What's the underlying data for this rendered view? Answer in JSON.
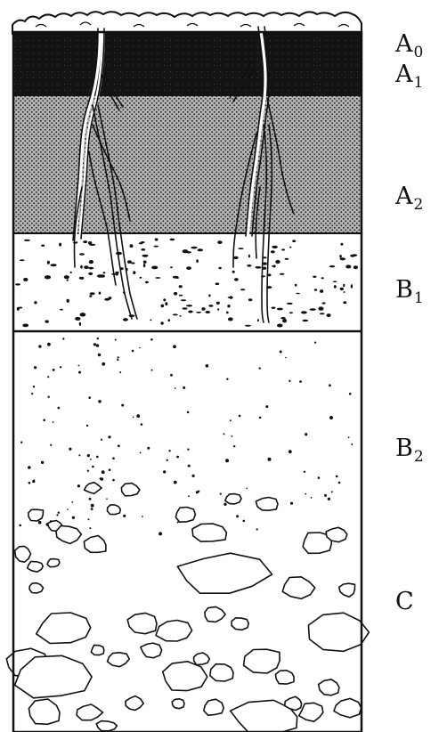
{
  "horizons": [
    {
      "letter": "A",
      "sub": "0"
    },
    {
      "letter": "A",
      "sub": "1"
    },
    {
      "letter": "A",
      "sub": "2"
    },
    {
      "letter": "B",
      "sub": "1"
    },
    {
      "letter": "B",
      "sub": "2"
    },
    {
      "letter": "C",
      "sub": ""
    }
  ],
  "colors": {
    "line": "#111111",
    "a1": "#141414",
    "a2": "#9a9a9a",
    "background": "#ffffff"
  }
}
